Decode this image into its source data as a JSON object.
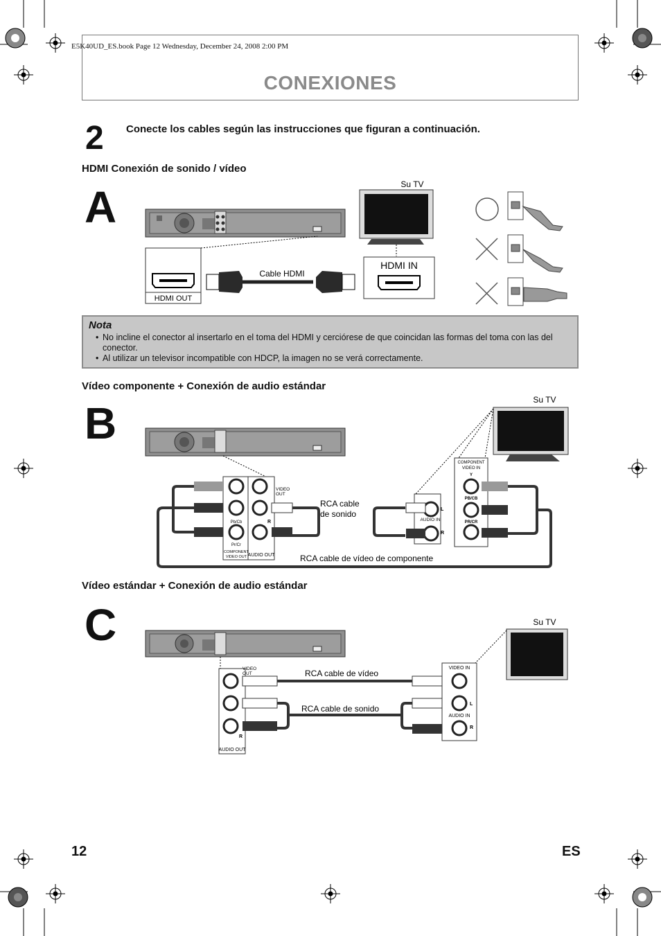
{
  "meta_line": "E5K40UD_ES.book  Page 12  Wednesday, December 24, 2008  2:00 PM",
  "title": "CONEXIONES",
  "step": {
    "number": "2",
    "text": "Conecte los cables según las instrucciones que figuran a continuación."
  },
  "section_a": {
    "heading": "HDMI Conexión de sonido / vídeo",
    "letter": "A",
    "tv_label": "Su TV",
    "hdmi_out": "HDMI OUT",
    "hdmi_in": "HDMI IN",
    "cable": "Cable HDMI"
  },
  "note": {
    "title": "Nota",
    "items": [
      "No incline el conector al insertarlo en el toma del HDMI y cerciórese de que coincidan las formas del toma con las del conector.",
      "Al utilizar un televisor incompatible con HDCP, la imagen no se verá correctamente."
    ]
  },
  "section_b": {
    "heading": "Vídeo componente + Conexión de audio estándar",
    "letter": "B",
    "tv_label": "Su TV",
    "audio_cable": [
      "RCA cable",
      "de sonido"
    ],
    "video_cable": "RCA cable de vídeo de componente",
    "component_video_in": [
      "COMPONENT",
      "VIDEO IN"
    ],
    "component_video_out": [
      "COMPONENT",
      "VIDEO OUT"
    ],
    "audio_out": "AUDIO OUT",
    "audio_in": "AUDIO IN",
    "video_out": [
      "VIDEO",
      "OUT"
    ],
    "y": "Y",
    "pb": "PB/CB",
    "pr": "PR/CR",
    "pb_small": "Pb/Cb",
    "pr_small": "Pr/Cr",
    "l": "L",
    "r": "R"
  },
  "section_c": {
    "heading": "Vídeo estándar + Conexión de audio estándar",
    "letter": "C",
    "tv_label": "Su TV",
    "video_cable": "RCA cable de vídeo",
    "audio_cable": "RCA cable de sonido",
    "video_out": [
      "VIDEO",
      "OUT"
    ],
    "video_in": "VIDEO IN",
    "audio_out": "AUDIO OUT",
    "audio_in": "AUDIO IN",
    "l": "L",
    "r": "R"
  },
  "footer": {
    "page": "12",
    "lang": "ES"
  },
  "icons": [
    "crop-mark-icon",
    "registration-target-icon",
    "circle-ok-icon",
    "cross-ng-icon"
  ]
}
